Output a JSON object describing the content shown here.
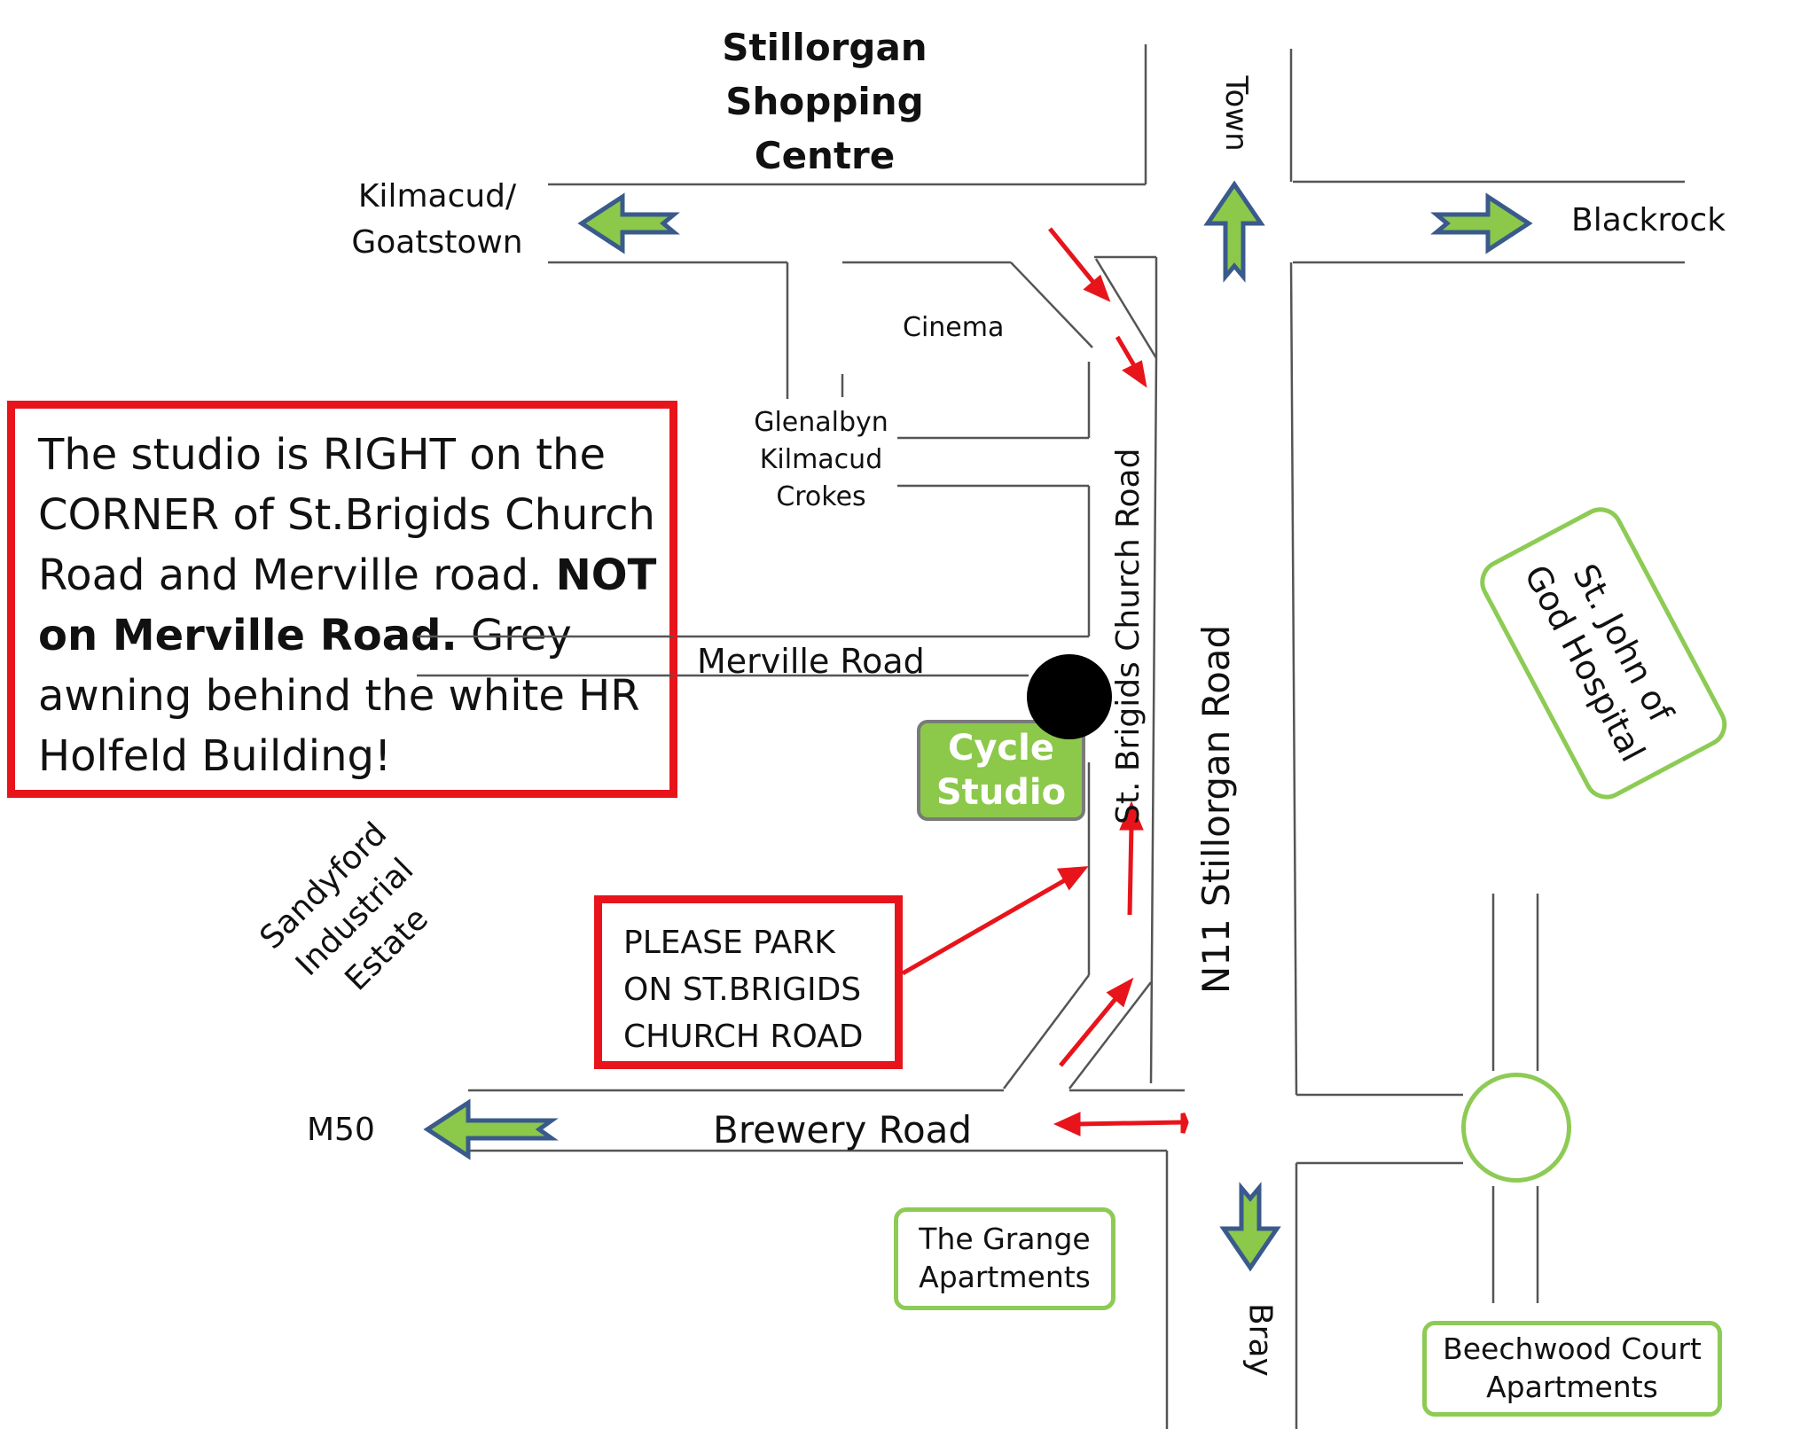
{
  "places": {
    "shopping_centre": [
      "Stillorgan",
      "Shopping",
      "Centre"
    ],
    "kilmacud": [
      "Kilmacud/",
      "Goatstown"
    ],
    "town": "Town",
    "blackrock": "Blackrock",
    "cinema": "Cinema",
    "glenalbyn": [
      "Glenalbyn",
      "Kilmacud",
      "Crokes"
    ],
    "sandyford": [
      "Sandyford",
      "Industrial",
      "Estate"
    ],
    "m50": "M50",
    "bray": "Bray"
  },
  "roads": {
    "merville": "Merville Road",
    "st_brigids": "St. Brigids Church Road",
    "n11": "N11 Stillorgan Road",
    "brewery": "Brewery Road"
  },
  "notice": {
    "line1": "The studio is RIGHT on the",
    "line2": "CORNER of St.Brigids Church",
    "line3_normal": "Road and Merville road. ",
    "line3_bold": "NOT",
    "line4_bold": "on Merville Road.",
    "line4_normal": " Grey",
    "line5": "awning behind the white HR",
    "line6": "Holfeld Building!"
  },
  "parking": [
    "PLEASE PARK",
    "ON ST.BRIGIDS",
    "CHURCH ROAD"
  ],
  "studio": [
    "Cycle",
    "Studio"
  ],
  "landmarks": {
    "hospital": [
      "St. John of",
      "God Hospital"
    ],
    "grange": [
      "The Grange",
      "Apartments"
    ],
    "beechwood": [
      "Beechwood Court",
      "Apartments"
    ]
  },
  "colors": {
    "red": "#e8141b",
    "green": "#8cc84a",
    "arrow_outline": "#3a5a8c",
    "road": "#555555"
  },
  "icons": [
    "direction-arrow-icon",
    "route-arrow-icon",
    "location-dot-icon",
    "roundabout-icon"
  ]
}
